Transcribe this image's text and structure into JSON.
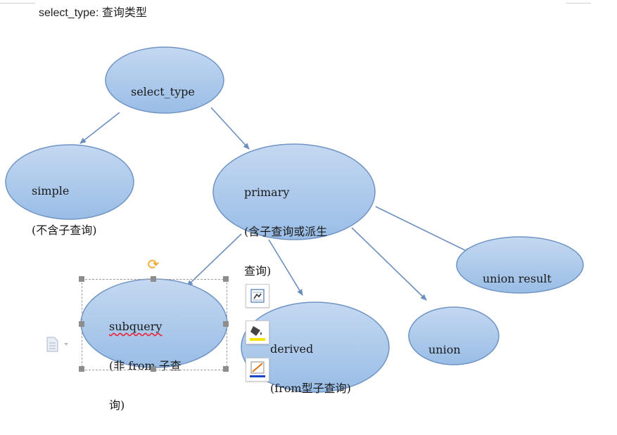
{
  "heading": {
    "label": "select_type:",
    "value": "查询类型"
  },
  "nodes": {
    "select_type": "select_type",
    "simple": {
      "line1": "simple",
      "line2": "(不含子查询)"
    },
    "primary": {
      "line1": "primary",
      "line2": "(含子查询或派生",
      "line3": "查询)"
    },
    "subquery": {
      "line1": "subquery",
      "line2": "(非 from 子查",
      "line3": "询)"
    },
    "derived": {
      "line1": "derived",
      "line2": "(from型子查询)"
    },
    "union": "union",
    "union_result": "union result"
  },
  "colors": {
    "ellipse_fill_top": "#c4d8f1",
    "ellipse_fill_bottom": "#99bde6",
    "ellipse_stroke": "#6f94c4",
    "arrow": "#6b8fbd",
    "rotate_handle": "#f0a020"
  },
  "toolbar_icons": [
    "layout-options-icon",
    "fill-bucket-icon",
    "outline-pen-icon"
  ]
}
